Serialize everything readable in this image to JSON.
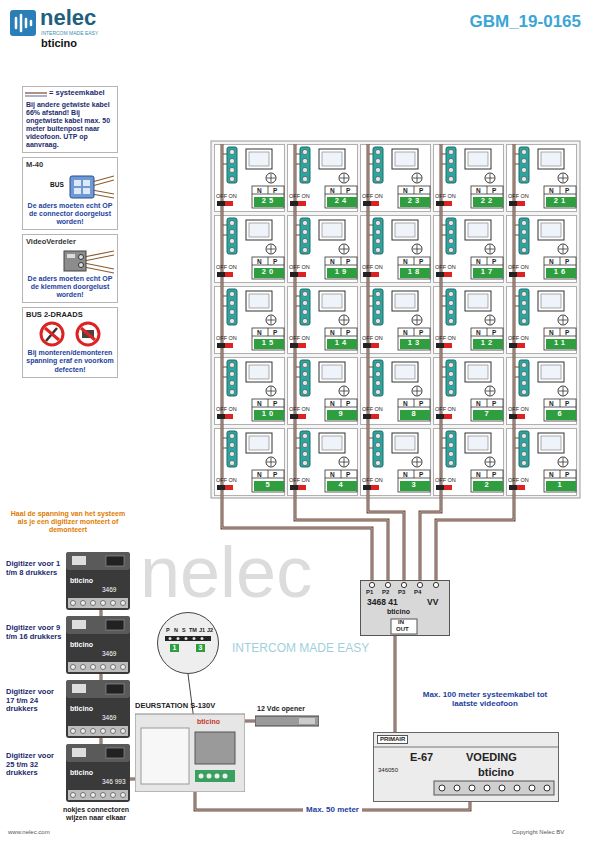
{
  "diagram": {
    "title": "GBM_19-0165",
    "nodes": [
      {
        "text": [
          "Bij andere getwiste kabel 66% afstand! Bij ongetwiste kabel max. 50 meter buitenpost naar videofoon. UTP op aanvraag."
        ]
      },
      {
        "text": [
          "M-40",
          "BUS",
          "De aders moeten echt OP de connector doorgelust worden!"
        ]
      },
      {
        "text": [
          "VideoVerdeler",
          "De aders moeten echt OP de klemmen doorgelust worden!"
        ]
      },
      {
        "text": [
          "BUS 2-DRAADS",
          "Bij monteren/demonteren spanning eraf en voorkom defecten!"
        ]
      },
      {
        "text": [
          "OFF ON",
          "N",
          "P",
          "25"
        ]
      },
      {
        "text": [
          "OFF ON",
          "N",
          "P",
          "24"
        ]
      },
      {
        "text": [
          "OFF ON",
          "N",
          "P",
          "23"
        ]
      },
      {
        "text": [
          "OFF ON",
          "N",
          "P",
          "22"
        ]
      },
      {
        "text": [
          "OFF ON",
          "N",
          "P",
          "21"
        ]
      },
      {
        "text": [
          "OFF ON",
          "N",
          "P",
          "20"
        ]
      },
      {
        "text": [
          "OFF ON",
          "N",
          "P",
          "19"
        ]
      },
      {
        "text": [
          "OFF ON",
          "N",
          "P",
          "18"
        ]
      },
      {
        "text": [
          "OFF ON",
          "N",
          "P",
          "17"
        ]
      },
      {
        "text": [
          "OFF ON",
          "N",
          "P",
          "16"
        ]
      },
      {
        "text": [
          "OFF ON",
          "N",
          "P",
          "15"
        ]
      },
      {
        "text": [
          "OFF ON",
          "N",
          "P",
          "14"
        ]
      },
      {
        "text": [
          "OFF ON",
          "N",
          "P",
          "13"
        ]
      },
      {
        "text": [
          "OFF ON",
          "N",
          "P",
          "12"
        ]
      },
      {
        "text": [
          "OFF ON",
          "N",
          "P",
          "11"
        ]
      },
      {
        "text": [
          "OFF ON",
          "N",
          "P",
          "10"
        ]
      },
      {
        "text": [
          "OFF ON",
          "N",
          "P",
          "9"
        ]
      },
      {
        "text": [
          "OFF ON",
          "N",
          "P",
          "8"
        ]
      },
      {
        "text": [
          "OFF ON",
          "N",
          "P",
          "7"
        ]
      },
      {
        "text": [
          "OFF ON",
          "N",
          "P",
          "6"
        ]
      },
      {
        "text": [
          "OFF ON",
          "N",
          "P",
          "5"
        ]
      },
      {
        "text": [
          "OFF ON",
          "N",
          "P",
          "4"
        ]
      },
      {
        "text": [
          "OFF ON",
          "N",
          "P",
          "3"
        ]
      },
      {
        "text": [
          "OFF ON",
          "N",
          "P",
          "2"
        ]
      },
      {
        "text": [
          "OFF ON",
          "N",
          "P",
          "1"
        ]
      },
      {
        "text": [
          "P1",
          "P2",
          "P3",
          "P4",
          "3468 41",
          "VV",
          "bticino",
          "IN",
          "OUT"
        ]
      },
      {
        "text": [
          "Digitizer voor 1 t/m 8 drukkers",
          "bticino",
          "3469"
        ]
      },
      {
        "text": [
          "Digitizer voor 9 t/m 16 drukkers",
          "bticino",
          "3469"
        ]
      },
      {
        "text": [
          "Digitizer voor 17 t/m 24 drukkers",
          "bticino",
          "3469"
        ]
      },
      {
        "text": [
          "Digitizer voor 25 t/m 32 drukkers",
          "bticino",
          "346 993"
        ]
      },
      {
        "text": [
          "P",
          "N",
          "S",
          "TM",
          "J1",
          "J2",
          "1",
          "3",
          "DEURSTATION S-130V",
          "bticino"
        ]
      },
      {
        "text": [
          "12 Vdc opener"
        ]
      },
      {
        "text": [
          "PRIMAIR",
          "E-67",
          "VOEDING",
          "346050",
          "bticino"
        ]
      }
    ],
    "edges": [
      {
        "from": 4,
        "to": 9,
        "arrow": "none"
      },
      {
        "from": 5,
        "to": 10,
        "arrow": "none"
      },
      {
        "from": 6,
        "to": 11,
        "arrow": "none"
      },
      {
        "from": 7,
        "to": 12,
        "arrow": "none"
      },
      {
        "from": 8,
        "to": 13,
        "arrow": "none"
      },
      {
        "from": 9,
        "to": 14,
        "arrow": "none"
      },
      {
        "from": 10,
        "to": 15,
        "arrow": "none"
      },
      {
        "from": 11,
        "to": 16,
        "arrow": "none"
      },
      {
        "from": 12,
        "to": 17,
        "arrow": "none"
      },
      {
        "from": 13,
        "to": 18,
        "arrow": "none"
      },
      {
        "from": 14,
        "to": 19,
        "arrow": "none"
      },
      {
        "from": 15,
        "to": 20,
        "arrow": "none"
      },
      {
        "from": 16,
        "to": 21,
        "arrow": "none"
      },
      {
        "from": 17,
        "to": 22,
        "arrow": "none"
      },
      {
        "from": 18,
        "to": 23,
        "arrow": "none"
      },
      {
        "from": 19,
        "to": 24,
        "arrow": "none"
      },
      {
        "from": 20,
        "to": 25,
        "arrow": "none"
      },
      {
        "from": 21,
        "to": 26,
        "arrow": "none"
      },
      {
        "from": 22,
        "to": 27,
        "arrow": "none"
      },
      {
        "from": 23,
        "to": 28,
        "arrow": "none"
      },
      {
        "from": 24,
        "to": 29,
        "arrow": "none"
      },
      {
        "from": 25,
        "to": 29,
        "arrow": "none"
      },
      {
        "from": 26,
        "to": 29,
        "arrow": "none"
      },
      {
        "from": 27,
        "to": 29,
        "arrow": "none"
      },
      {
        "from": 28,
        "to": 29,
        "arrow": "none"
      },
      {
        "from": 29,
        "to": 36,
        "arrow": "none"
      },
      {
        "from": 34,
        "to": 36,
        "label": "Max. 50 meter",
        "arrow": "none"
      },
      {
        "from": 30,
        "to": 31,
        "arrow": "none"
      },
      {
        "from": 31,
        "to": 32,
        "arrow": "none"
      },
      {
        "from": 32,
        "to": 33,
        "arrow": "none"
      },
      {
        "from": 33,
        "to": 34,
        "arrow": "none"
      },
      {
        "from": 35,
        "to": 34,
        "arrow": "none"
      }
    ],
    "labels": [
      "nelec",
      "INTERCOM MADE EASY",
      "bticino",
      "Haal de spanning van het systeem als je een digitizer monteert of demonteert",
      "nelec",
      "INTERCOM MADE EASY",
      "Max. 100 meter systeemkabel tot laatste videofoon",
      "nokjes connectoren wijzen naar elkaar",
      "www.nelec.com",
      "Copyright Nelec BV"
    ],
    "legend": [
      {
        "text": "= systeemkabel"
      }
    ]
  }
}
